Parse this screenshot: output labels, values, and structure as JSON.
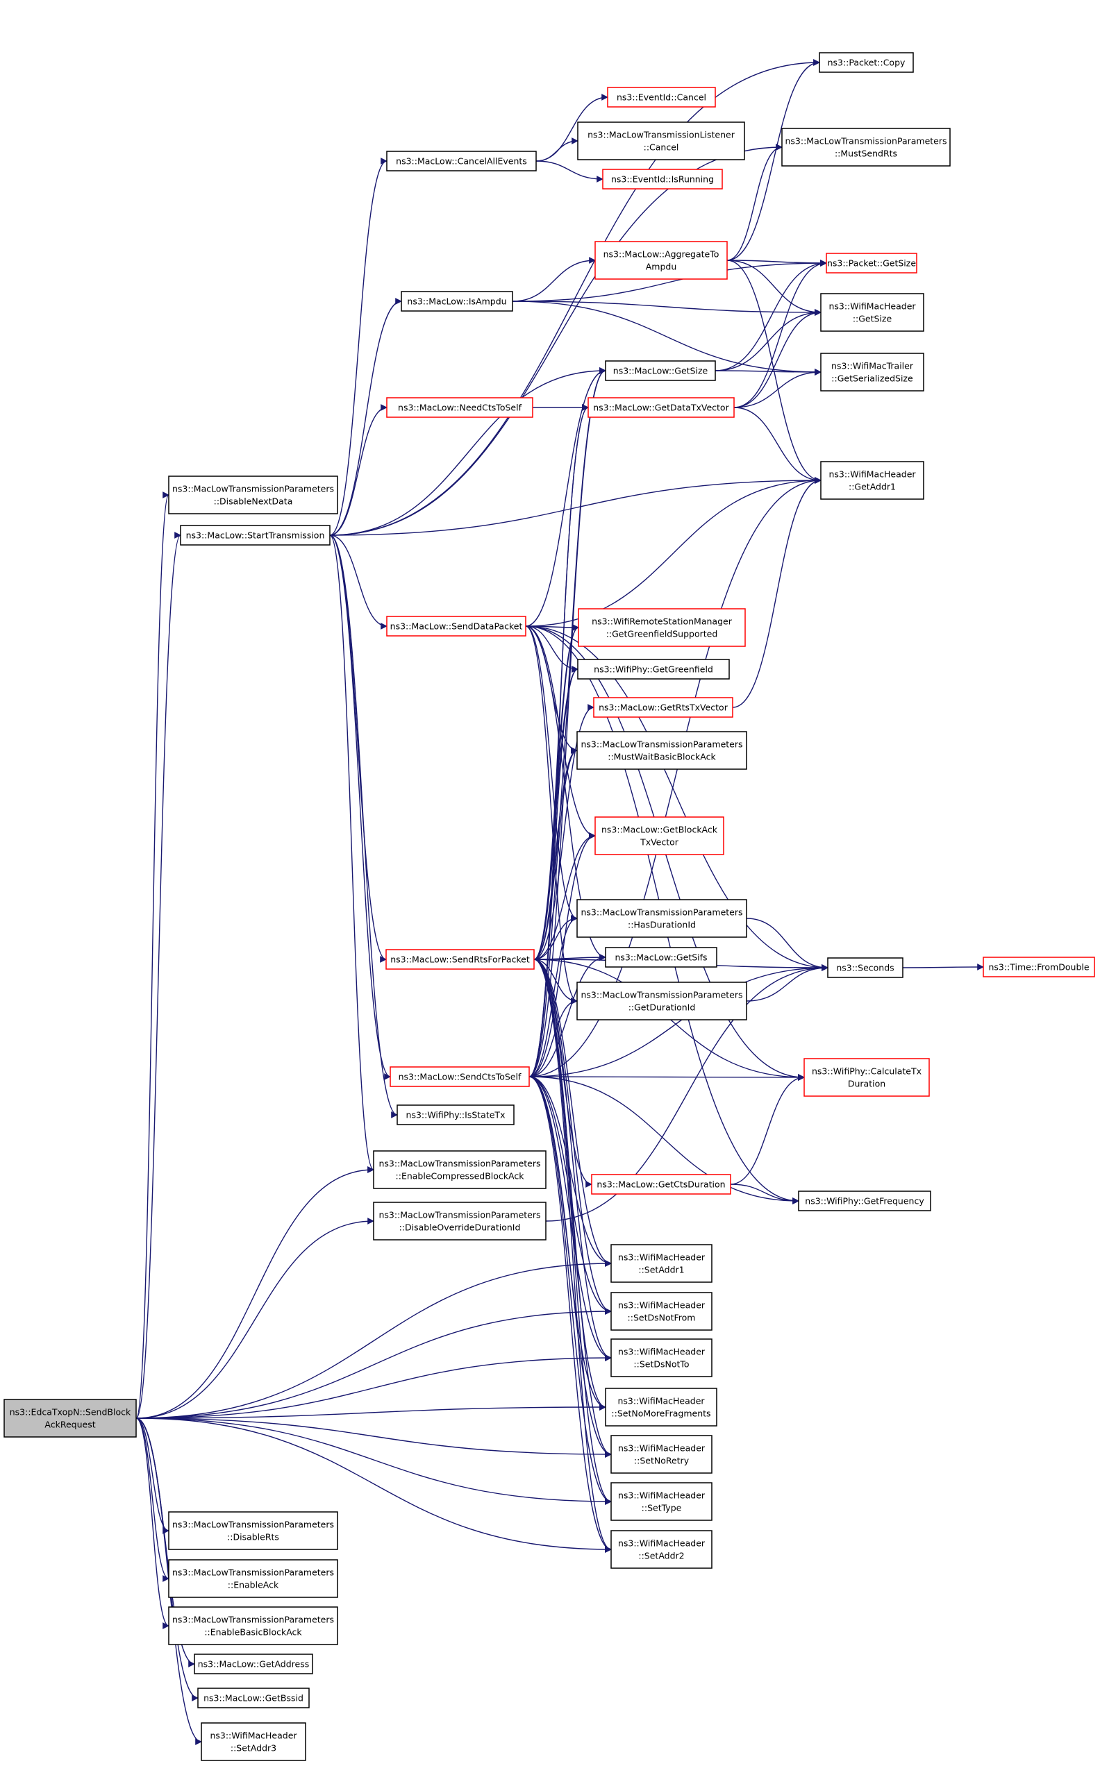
{
  "colors": {
    "edge": "#191970",
    "border": "#000000",
    "incomplete_border": "#ff0000",
    "root_fill": "#bfbfbf"
  },
  "nodes": [
    {
      "id": "root",
      "lines": [
        "ns3::EdcaTxopN::SendBlock",
        "AckRequest"
      ],
      "style": "root"
    },
    {
      "id": "disableNextData",
      "lines": [
        "ns3::MacLowTransmissionParameters",
        "::DisableNextData"
      ],
      "style": "normal"
    },
    {
      "id": "startTx",
      "lines": [
        "ns3::MacLow::StartTransmission"
      ],
      "style": "normal"
    },
    {
      "id": "cancelAll",
      "lines": [
        "ns3::MacLow::CancelAllEvents"
      ],
      "style": "normal"
    },
    {
      "id": "isAmpdu",
      "lines": [
        "ns3::MacLow::IsAmpdu"
      ],
      "style": "normal"
    },
    {
      "id": "needCts",
      "lines": [
        "ns3::MacLow::NeedCtsToSelf"
      ],
      "style": "red"
    },
    {
      "id": "sendData",
      "lines": [
        "ns3::MacLow::SendDataPacket"
      ],
      "style": "red"
    },
    {
      "id": "sendRts",
      "lines": [
        "ns3::MacLow::SendRtsForPacket"
      ],
      "style": "red"
    },
    {
      "id": "sendCts",
      "lines": [
        "ns3::MacLow::SendCtsToSelf"
      ],
      "style": "red"
    },
    {
      "id": "isStateTx",
      "lines": [
        "ns3::WifiPhy::IsStateTx"
      ],
      "style": "normal"
    },
    {
      "id": "enableCompressed",
      "lines": [
        "ns3::MacLowTransmissionParameters",
        "::EnableCompressedBlockAck"
      ],
      "style": "normal"
    },
    {
      "id": "disableOverride",
      "lines": [
        "ns3::MacLowTransmissionParameters",
        "::DisableOverrideDurationId"
      ],
      "style": "normal"
    },
    {
      "id": "disableRts",
      "lines": [
        "ns3::MacLowTransmissionParameters",
        "::DisableRts"
      ],
      "style": "normal"
    },
    {
      "id": "enableAck",
      "lines": [
        "ns3::MacLowTransmissionParameters",
        "::EnableAck"
      ],
      "style": "normal"
    },
    {
      "id": "enableBasic",
      "lines": [
        "ns3::MacLowTransmissionParameters",
        "::EnableBasicBlockAck"
      ],
      "style": "normal"
    },
    {
      "id": "getAddress",
      "lines": [
        "ns3::MacLow::GetAddress"
      ],
      "style": "normal"
    },
    {
      "id": "getBssid",
      "lines": [
        "ns3::MacLow::GetBssid"
      ],
      "style": "normal"
    },
    {
      "id": "setAddr3",
      "lines": [
        "ns3::WifiMacHeader",
        "::SetAddr3"
      ],
      "style": "normal"
    },
    {
      "id": "eventCancel",
      "lines": [
        "ns3::EventId::Cancel"
      ],
      "style": "red"
    },
    {
      "id": "listenerCancel",
      "lines": [
        "ns3::MacLowTransmissionListener",
        "::Cancel"
      ],
      "style": "normal"
    },
    {
      "id": "eventIsRunning",
      "lines": [
        "ns3::EventId::IsRunning"
      ],
      "style": "red"
    },
    {
      "id": "aggregate",
      "lines": [
        "ns3::MacLow::AggregateTo",
        "Ampdu"
      ],
      "style": "red"
    },
    {
      "id": "macLowGetSize",
      "lines": [
        "ns3::MacLow::GetSize"
      ],
      "style": "normal"
    },
    {
      "id": "getDataTxVector",
      "lines": [
        "ns3::MacLow::GetDataTxVector"
      ],
      "style": "red"
    },
    {
      "id": "getGreenfieldSupported",
      "lines": [
        "ns3::WifiRemoteStationManager",
        "::GetGreenfieldSupported"
      ],
      "style": "red"
    },
    {
      "id": "getGreenfield",
      "lines": [
        "ns3::WifiPhy::GetGreenfield"
      ],
      "style": "normal"
    },
    {
      "id": "getRtsTxVector",
      "lines": [
        "ns3::MacLow::GetRtsTxVector"
      ],
      "style": "red"
    },
    {
      "id": "mustWaitBasic",
      "lines": [
        "ns3::MacLowTransmissionParameters",
        "::MustWaitBasicBlockAck"
      ],
      "style": "normal"
    },
    {
      "id": "getBlockAckTx",
      "lines": [
        "ns3::MacLow::GetBlockAck",
        "TxVector"
      ],
      "style": "red"
    },
    {
      "id": "hasDurationId",
      "lines": [
        "ns3::MacLowTransmissionParameters",
        "::HasDurationId"
      ],
      "style": "normal"
    },
    {
      "id": "getSifs",
      "lines": [
        "ns3::MacLow::GetSifs"
      ],
      "style": "normal"
    },
    {
      "id": "getDurationId",
      "lines": [
        "ns3::MacLowTransmissionParameters",
        "::GetDurationId"
      ],
      "style": "normal"
    },
    {
      "id": "getCtsDuration",
      "lines": [
        "ns3::MacLow::GetCtsDuration"
      ],
      "style": "red"
    },
    {
      "id": "setAddr1",
      "lines": [
        "ns3::WifiMacHeader",
        "::SetAddr1"
      ],
      "style": "normal"
    },
    {
      "id": "setDsNotFrom",
      "lines": [
        "ns3::WifiMacHeader",
        "::SetDsNotFrom"
      ],
      "style": "normal"
    },
    {
      "id": "setDsNotTo",
      "lines": [
        "ns3::WifiMacHeader",
        "::SetDsNotTo"
      ],
      "style": "normal"
    },
    {
      "id": "setNoMoreFrag",
      "lines": [
        "ns3::WifiMacHeader",
        "::SetNoMoreFragments"
      ],
      "style": "normal"
    },
    {
      "id": "setNoRetry",
      "lines": [
        "ns3::WifiMacHeader",
        "::SetNoRetry"
      ],
      "style": "normal"
    },
    {
      "id": "setType",
      "lines": [
        "ns3::WifiMacHeader",
        "::SetType"
      ],
      "style": "normal"
    },
    {
      "id": "setAddr2",
      "lines": [
        "ns3::WifiMacHeader",
        "::SetAddr2"
      ],
      "style": "normal"
    },
    {
      "id": "packetCopy",
      "lines": [
        "ns3::Packet::Copy"
      ],
      "style": "normal"
    },
    {
      "id": "mustSendRts",
      "lines": [
        "ns3::MacLowTransmissionParameters",
        "::MustSendRts"
      ],
      "style": "normal"
    },
    {
      "id": "packetGetSize",
      "lines": [
        "ns3::Packet::GetSize"
      ],
      "style": "red"
    },
    {
      "id": "hdrGetSize",
      "lines": [
        "ns3::WifiMacHeader",
        "::GetSize"
      ],
      "style": "normal"
    },
    {
      "id": "trailerSize",
      "lines": [
        "ns3::WifiMacTrailer",
        "::GetSerializedSize"
      ],
      "style": "normal"
    },
    {
      "id": "getAddr1",
      "lines": [
        "ns3::WifiMacHeader",
        "::GetAddr1"
      ],
      "style": "normal"
    },
    {
      "id": "seconds",
      "lines": [
        "ns3::Seconds"
      ],
      "style": "normal"
    },
    {
      "id": "calcTxDuration",
      "lines": [
        "ns3::WifiPhy::CalculateTx",
        "Duration"
      ],
      "style": "red"
    },
    {
      "id": "getFrequency",
      "lines": [
        "ns3::WifiPhy::GetFrequency"
      ],
      "style": "normal"
    },
    {
      "id": "fromDouble",
      "lines": [
        "ns3::Time::FromDouble"
      ],
      "style": "red"
    }
  ],
  "edges": [
    [
      "root",
      "disableNextData"
    ],
    [
      "root",
      "startTx"
    ],
    [
      "root",
      "enableCompressed"
    ],
    [
      "root",
      "disableOverride"
    ],
    [
      "root",
      "disableRts"
    ],
    [
      "root",
      "enableAck"
    ],
    [
      "root",
      "enableBasic"
    ],
    [
      "root",
      "getAddress"
    ],
    [
      "root",
      "getBssid"
    ],
    [
      "root",
      "setAddr3"
    ],
    [
      "root",
      "setAddr1"
    ],
    [
      "root",
      "setDsNotFrom"
    ],
    [
      "root",
      "setDsNotTo"
    ],
    [
      "root",
      "setNoMoreFrag"
    ],
    [
      "root",
      "setNoRetry"
    ],
    [
      "root",
      "setType"
    ],
    [
      "root",
      "setAddr2"
    ],
    [
      "startTx",
      "cancelAll"
    ],
    [
      "startTx",
      "isAmpdu"
    ],
    [
      "startTx",
      "needCts"
    ],
    [
      "startTx",
      "sendData"
    ],
    [
      "startTx",
      "sendRts"
    ],
    [
      "startTx",
      "sendCts"
    ],
    [
      "startTx",
      "isStateTx"
    ],
    [
      "startTx",
      "enableCompressed"
    ],
    [
      "startTx",
      "macLowGetSize"
    ],
    [
      "startTx",
      "getAddr1"
    ],
    [
      "startTx",
      "packetCopy"
    ],
    [
      "startTx",
      "mustSendRts"
    ],
    [
      "cancelAll",
      "eventCancel"
    ],
    [
      "cancelAll",
      "listenerCancel"
    ],
    [
      "cancelAll",
      "eventIsRunning"
    ],
    [
      "isAmpdu",
      "aggregate"
    ],
    [
      "isAmpdu",
      "packetGetSize"
    ],
    [
      "isAmpdu",
      "hdrGetSize"
    ],
    [
      "isAmpdu",
      "trailerSize"
    ],
    [
      "needCts",
      "getDataTxVector"
    ],
    [
      "aggregate",
      "packetCopy"
    ],
    [
      "aggregate",
      "mustSendRts"
    ],
    [
      "aggregate",
      "packetGetSize"
    ],
    [
      "aggregate",
      "hdrGetSize"
    ],
    [
      "aggregate",
      "getAddr1"
    ],
    [
      "macLowGetSize",
      "packetGetSize"
    ],
    [
      "macLowGetSize",
      "hdrGetSize"
    ],
    [
      "macLowGetSize",
      "trailerSize"
    ],
    [
      "getDataTxVector",
      "packetGetSize"
    ],
    [
      "getDataTxVector",
      "hdrGetSize"
    ],
    [
      "getDataTxVector",
      "trailerSize"
    ],
    [
      "getDataTxVector",
      "getAddr1"
    ],
    [
      "sendData",
      "getGreenfieldSupported"
    ],
    [
      "sendData",
      "getGreenfield"
    ],
    [
      "sendData",
      "mustWaitBasic"
    ],
    [
      "sendData",
      "getBlockAckTx"
    ],
    [
      "sendData",
      "hasDurationId"
    ],
    [
      "sendData",
      "getSifs"
    ],
    [
      "sendData",
      "getDurationId"
    ],
    [
      "sendData",
      "seconds"
    ],
    [
      "sendData",
      "getAddr1"
    ],
    [
      "sendData",
      "getFrequency"
    ],
    [
      "sendData",
      "calcTxDuration"
    ],
    [
      "sendData",
      "macLowGetSize"
    ],
    [
      "sendRts",
      "getGreenfieldSupported"
    ],
    [
      "sendRts",
      "getGreenfield"
    ],
    [
      "sendRts",
      "getRtsTxVector"
    ],
    [
      "sendRts",
      "mustWaitBasic"
    ],
    [
      "sendRts",
      "getBlockAckTx"
    ],
    [
      "sendRts",
      "hasDurationId"
    ],
    [
      "sendRts",
      "getSifs"
    ],
    [
      "sendRts",
      "getDurationId"
    ],
    [
      "sendRts",
      "seconds"
    ],
    [
      "sendRts",
      "calcTxDuration"
    ],
    [
      "sendRts",
      "getCtsDuration"
    ],
    [
      "sendRts",
      "getDataTxVector"
    ],
    [
      "sendRts",
      "macLowGetSize"
    ],
    [
      "sendRts",
      "setAddr1"
    ],
    [
      "sendRts",
      "setDsNotFrom"
    ],
    [
      "sendRts",
      "setDsNotTo"
    ],
    [
      "sendRts",
      "setNoMoreFrag"
    ],
    [
      "sendRts",
      "setNoRetry"
    ],
    [
      "sendRts",
      "setType"
    ],
    [
      "sendRts",
      "setAddr2"
    ],
    [
      "sendCts",
      "getGreenfieldSupported"
    ],
    [
      "sendCts",
      "getGreenfield"
    ],
    [
      "sendCts",
      "mustWaitBasic"
    ],
    [
      "sendCts",
      "getBlockAckTx"
    ],
    [
      "sendCts",
      "hasDurationId"
    ],
    [
      "sendCts",
      "getSifs"
    ],
    [
      "sendCts",
      "getDurationId"
    ],
    [
      "sendCts",
      "seconds"
    ],
    [
      "sendCts",
      "getAddr1"
    ],
    [
      "sendCts",
      "getFrequency"
    ],
    [
      "sendCts",
      "calcTxDuration"
    ],
    [
      "sendCts",
      "getDataTxVector"
    ],
    [
      "sendCts",
      "macLowGetSize"
    ],
    [
      "sendCts",
      "setAddr1"
    ],
    [
      "sendCts",
      "setDsNotFrom"
    ],
    [
      "sendCts",
      "setDsNotTo"
    ],
    [
      "sendCts",
      "setNoMoreFrag"
    ],
    [
      "sendCts",
      "setNoRetry"
    ],
    [
      "sendCts",
      "setType"
    ],
    [
      "sendCts",
      "setAddr2"
    ],
    [
      "getRtsTxVector",
      "getAddr1"
    ],
    [
      "hasDurationId",
      "seconds"
    ],
    [
      "getDurationId",
      "seconds"
    ],
    [
      "getCtsDuration",
      "calcTxDuration"
    ],
    [
      "getCtsDuration",
      "getFrequency"
    ],
    [
      "disableOverride",
      "seconds"
    ],
    [
      "seconds",
      "fromDouble"
    ]
  ]
}
